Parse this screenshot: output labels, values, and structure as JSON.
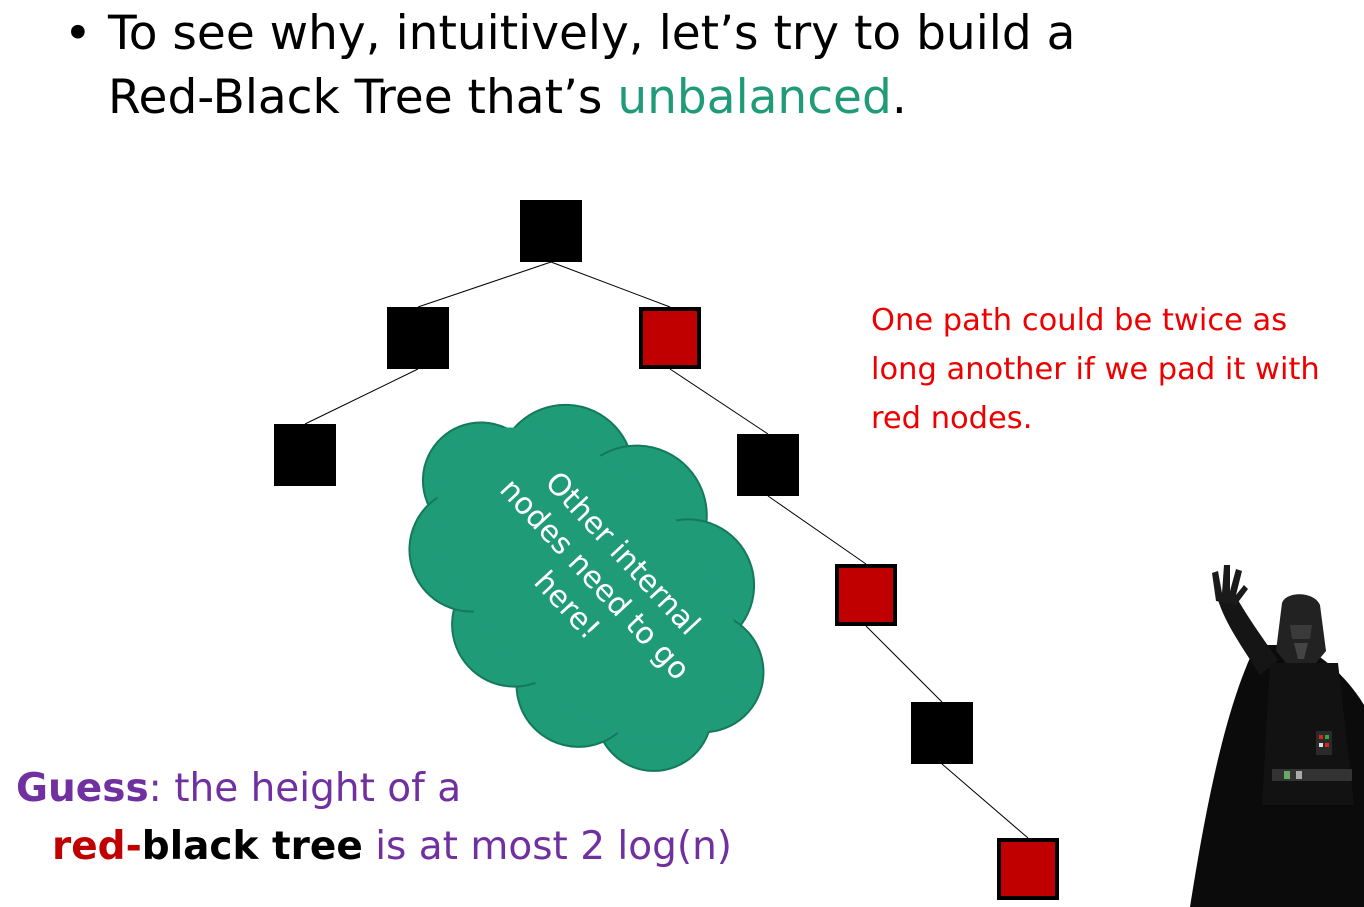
{
  "slide": {
    "bullet_symbol": "•",
    "bullet_line1": "To see why, intuitively, let’s try to build a",
    "bullet_line2_prefix": "Red-Black Tree that’s ",
    "bullet_line2_highlight": "unbalanced",
    "bullet_line2_suffix": "."
  },
  "tree": {
    "nodes": [
      {
        "id": "n1",
        "color": "black"
      },
      {
        "id": "n2",
        "color": "black"
      },
      {
        "id": "n3",
        "color": "red"
      },
      {
        "id": "n4",
        "color": "black"
      },
      {
        "id": "n5",
        "color": "black"
      },
      {
        "id": "n6",
        "color": "red"
      },
      {
        "id": "n7",
        "color": "black"
      },
      {
        "id": "n8",
        "color": "red"
      }
    ],
    "edges": [
      [
        "n1",
        "n2"
      ],
      [
        "n1",
        "n3"
      ],
      [
        "n2",
        "n4"
      ],
      [
        "n3",
        "n5"
      ],
      [
        "n5",
        "n6"
      ],
      [
        "n6",
        "n7"
      ],
      [
        "n7",
        "n8"
      ]
    ],
    "cloud_text": [
      "Other internal",
      "nodes need to go",
      "here!"
    ]
  },
  "note": {
    "lines": [
      "One path could be twice as",
      "long another if we pad it with",
      "red nodes."
    ]
  },
  "guess": {
    "label": "Guess",
    "colon_text": ": the height of a",
    "red_word": "red-",
    "black_words": "black tree",
    "rest": " is at most 2 log(n)"
  },
  "colors": {
    "green_accent": "#1f9b78",
    "cloud_fill": "#1f9b78",
    "red_node": "#c00000",
    "note_red": "#ee0000",
    "purple": "#7030a0"
  }
}
